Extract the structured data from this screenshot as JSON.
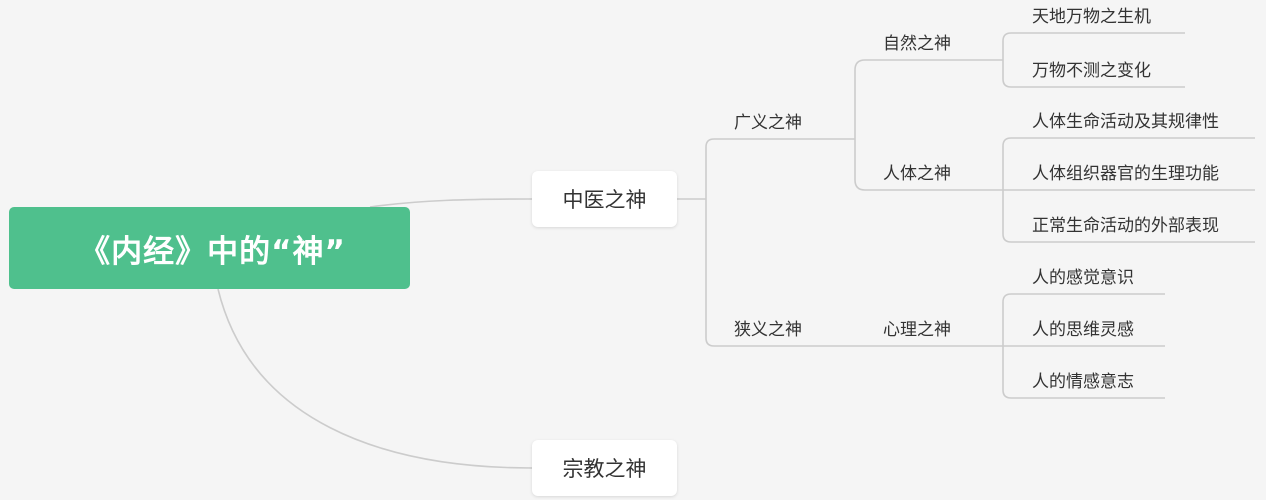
{
  "colors": {
    "root": "#4fc08d",
    "line": "#cccccc",
    "background": "#f5f5f5"
  },
  "root": {
    "title": "《内经》中的“神”"
  },
  "branch_tcm": {
    "label": "中医之神",
    "broad": {
      "label": "广义之神",
      "nature": {
        "label": "自然之神",
        "leaves": [
          "天地万物之生机",
          "万物不测之变化"
        ]
      },
      "body": {
        "label": "人体之神",
        "leaves": [
          "人体生命活动及其规律性",
          "人体组织器官的生理功能",
          "正常生命活动的外部表现"
        ]
      }
    },
    "narrow": {
      "label": "狭义之神",
      "psych": {
        "label": "心理之神",
        "leaves": [
          "人的感觉意识",
          "人的思维灵感",
          "人的情感意志"
        ]
      }
    }
  },
  "branch_religion": {
    "label": "宗教之神"
  }
}
